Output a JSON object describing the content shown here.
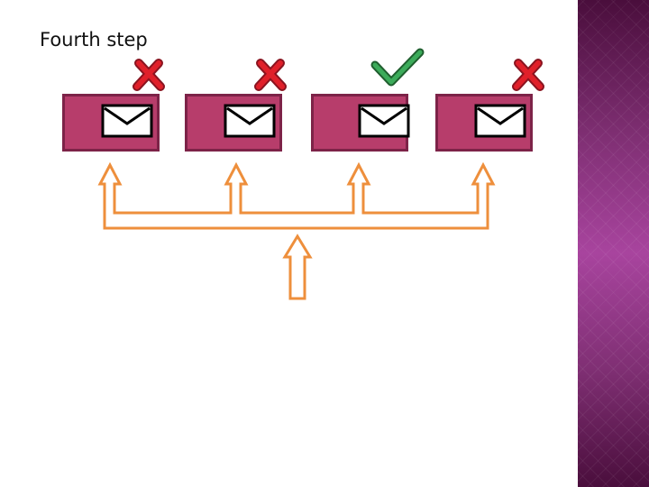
{
  "slide": {
    "title": "Fourth step"
  },
  "boxes": [
    {
      "icon": "envelope-icon",
      "status": "rejected",
      "status_icon": "cross-icon"
    },
    {
      "icon": "envelope-icon",
      "status": "rejected",
      "status_icon": "cross-icon"
    },
    {
      "icon": "envelope-icon",
      "status": "accepted",
      "status_icon": "check-icon"
    },
    {
      "icon": "envelope-icon",
      "status": "rejected",
      "status_icon": "cross-icon"
    }
  ],
  "colors": {
    "box_fill": "#b73d6b",
    "box_border": "#7d2348",
    "arrow_outline": "#ee8f3c",
    "cross": "#e0202a",
    "check": "#2e9a4a",
    "sidebar": "#a8449e"
  }
}
